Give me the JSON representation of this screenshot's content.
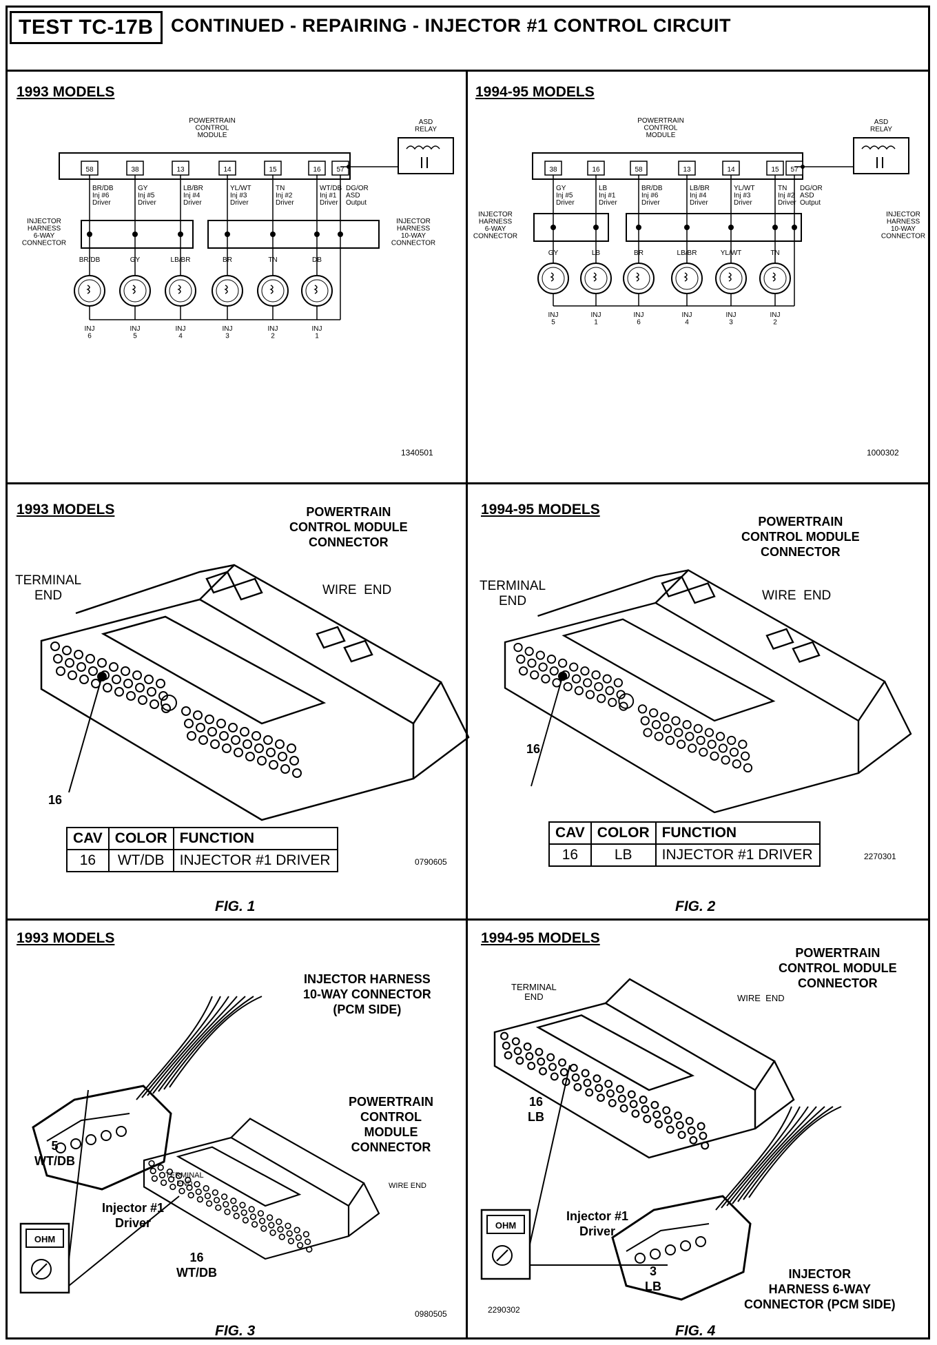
{
  "header": {
    "test_id": "TEST TC-17B",
    "title": "CONTINUED - REPAIRING - INJECTOR #1 CONTROL CIRCUIT"
  },
  "panels": {
    "p1": {
      "title": "1993 MODELS",
      "code": "1340501",
      "pcm": "POWERTRAIN\nCONTROL\nMODULE",
      "relay": "ASD\nRELAY",
      "pins": [
        "58",
        "38",
        "13",
        "14",
        "15",
        "16",
        "57"
      ],
      "wires": [
        {
          "color": "BR/DB",
          "desc": "Inj #6\nDriver"
        },
        {
          "color": "GY",
          "desc": "Inj #5\nDriver"
        },
        {
          "color": "LB/BR",
          "desc": "Inj #4\nDriver"
        },
        {
          "color": "YL/WT",
          "desc": "Inj #3\nDriver"
        },
        {
          "color": "TN",
          "desc": "Inj #2\nDriver"
        },
        {
          "color": "WT/DB",
          "desc": "Inj #1\nDriver"
        }
      ],
      "asd": "DG/OR\nASD\nOutput",
      "left_conn": "INJECTOR\nHARNESS\n6-WAY\nCONNECTOR",
      "right_conn": "INJECTOR\nHARNESS\n10-WAY\nCONNECTOR",
      "lower_colors": [
        "BR/DB",
        "GY",
        "LB/BR",
        "BR",
        "TN",
        "DB"
      ],
      "injectors": [
        "INJ\n6",
        "INJ\n5",
        "INJ\n4",
        "INJ\n3",
        "INJ\n2",
        "INJ\n1"
      ]
    },
    "p2": {
      "title": "1994-95 MODELS",
      "code": "1000302",
      "pcm": "POWERTRAIN\nCONTROL\nMODULE",
      "relay": "ASD\nRELAY",
      "pins": [
        "38",
        "16",
        "58",
        "13",
        "14",
        "15",
        "57"
      ],
      "wires": [
        {
          "color": "GY",
          "desc": "Inj #5\nDriver"
        },
        {
          "color": "LB",
          "desc": "Inj #1\nDriver"
        },
        {
          "color": "BR/DB",
          "desc": "Inj #6\nDriver"
        },
        {
          "color": "LB/BR",
          "desc": "Inj #4\nDriver"
        },
        {
          "color": "YL/WT",
          "desc": "Inj #3\nDriver"
        },
        {
          "color": "TN",
          "desc": "Inj #2\nDriver"
        }
      ],
      "asd": "DG/OR\nASD\nOutput",
      "left_conn": "INJECTOR\nHARNESS\n6-WAY\nCONNECTOR",
      "right_conn": "INJECTOR\nHARNESS\n10-WAY\nCONNECTOR",
      "lower_colors": [
        "GY",
        "LB",
        "BR",
        "LB/BR",
        "YL/WT",
        "TN"
      ],
      "injectors": [
        "INJ\n5",
        "INJ\n1",
        "INJ\n6",
        "INJ\n4",
        "INJ\n3",
        "INJ\n2"
      ]
    },
    "p3": {
      "title": "1993 MODELS",
      "connector": "POWERTRAIN\nCONTROL MODULE\nCONNECTOR",
      "terminal_end": "TERMINAL\nEND",
      "wire_end": "WIRE  END",
      "pin": "16",
      "code": "0790605",
      "fig": "FIG. 1",
      "table": {
        "headers": [
          "CAV",
          "COLOR",
          "FUNCTION"
        ],
        "row": [
          "16",
          "WT/DB",
          "INJECTOR #1 DRIVER"
        ]
      }
    },
    "p4": {
      "title": "1994-95 MODELS",
      "connector": "POWERTRAIN\nCONTROL MODULE\nCONNECTOR",
      "terminal_end": "TERMINAL\nEND",
      "wire_end": "WIRE  END",
      "pin": "16",
      "code": "2270301",
      "fig": "FIG. 2",
      "table": {
        "headers": [
          "CAV",
          "COLOR",
          "FUNCTION"
        ],
        "row": [
          "16",
          "LB",
          "INJECTOR #1 DRIVER"
        ]
      }
    },
    "p5": {
      "title": "1993 MODELS",
      "harness": "INJECTOR HARNESS\n10-WAY CONNECTOR\n(PCM SIDE)",
      "pcm": "POWERTRAIN\nCONTROL\nMODULE\nCONNECTOR",
      "terminal_end": "TERMINAL\nEND",
      "wire_end": "WIRE END",
      "pin_a": "5\nWT/DB",
      "driver": "Injector #1\nDriver",
      "pin_b": "16\nWT/DB",
      "meter": "OHM",
      "code": "0980505",
      "fig": "FIG. 3"
    },
    "p6": {
      "title": "1994-95 MODELS",
      "pcm": "POWERTRAIN\nCONTROL MODULE\nCONNECTOR",
      "terminal_end": "TERMINAL\nEND",
      "wire_end": "WIRE  END",
      "pin_a": "16\nLB",
      "driver": "Injector #1\nDriver",
      "pin_b": "3\nLB",
      "harness": "INJECTOR\nHARNESS 6-WAY\nCONNECTOR (PCM SIDE)",
      "meter": "OHM",
      "code": "2290302",
      "fig": "FIG. 4"
    }
  }
}
